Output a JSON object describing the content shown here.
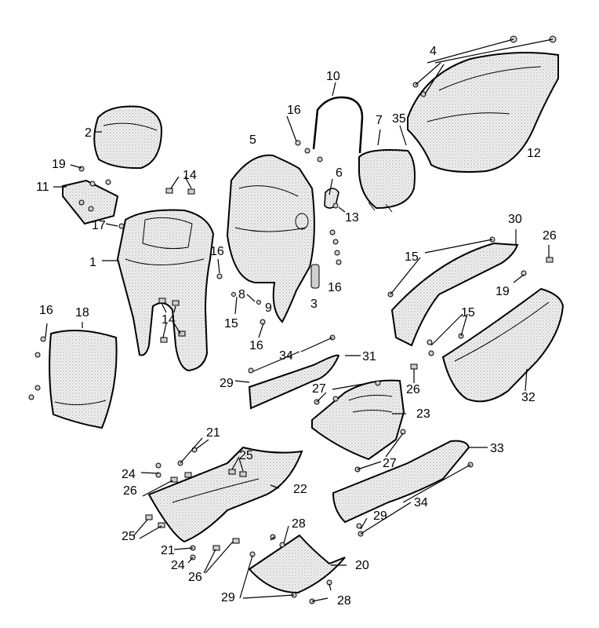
{
  "diagram": {
    "type": "exploded-parts-view",
    "callouts": {
      "c1": "1",
      "c2": "2",
      "c3": "3",
      "c4": "4",
      "c5": "5",
      "c6": "6",
      "c7": "7",
      "c8": "8",
      "c9": "9",
      "c10": "10",
      "c11": "11",
      "c12": "12",
      "c13": "13",
      "c14a": "14",
      "c14b": "14",
      "c15a": "15",
      "c15b": "15",
      "c15c": "15",
      "c16a": "16",
      "c16b": "16",
      "c16c": "16",
      "c16d": "16",
      "c16e": "16",
      "c17": "17",
      "c18": "18",
      "c19a": "19",
      "c19b": "19",
      "c20": "20",
      "c21a": "21",
      "c21b": "21",
      "c22": "22",
      "c23": "23",
      "c24a": "24",
      "c24b": "24",
      "c25a": "25",
      "c25b": "25",
      "c26a": "26",
      "c26b": "26",
      "c26c": "26",
      "c26d": "26",
      "c27a": "27",
      "c27b": "27",
      "c28a": "28",
      "c28b": "28",
      "c29a": "29",
      "c29b": "29",
      "c29c": "29",
      "c30": "30",
      "c31": "31",
      "c32": "32",
      "c33": "33",
      "c34a": "34",
      "c34b": "34",
      "c35": "35"
    }
  }
}
